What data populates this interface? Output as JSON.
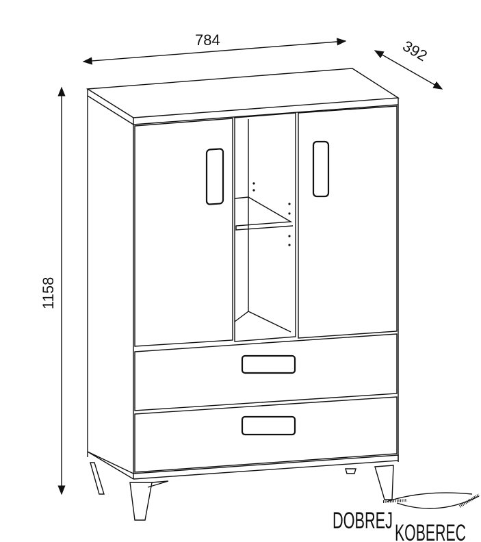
{
  "dimensions": {
    "width": "784",
    "depth": "392",
    "height": "1158"
  },
  "logo": {
    "word1": "DOBREJ",
    "word2": "KOBEREC"
  }
}
